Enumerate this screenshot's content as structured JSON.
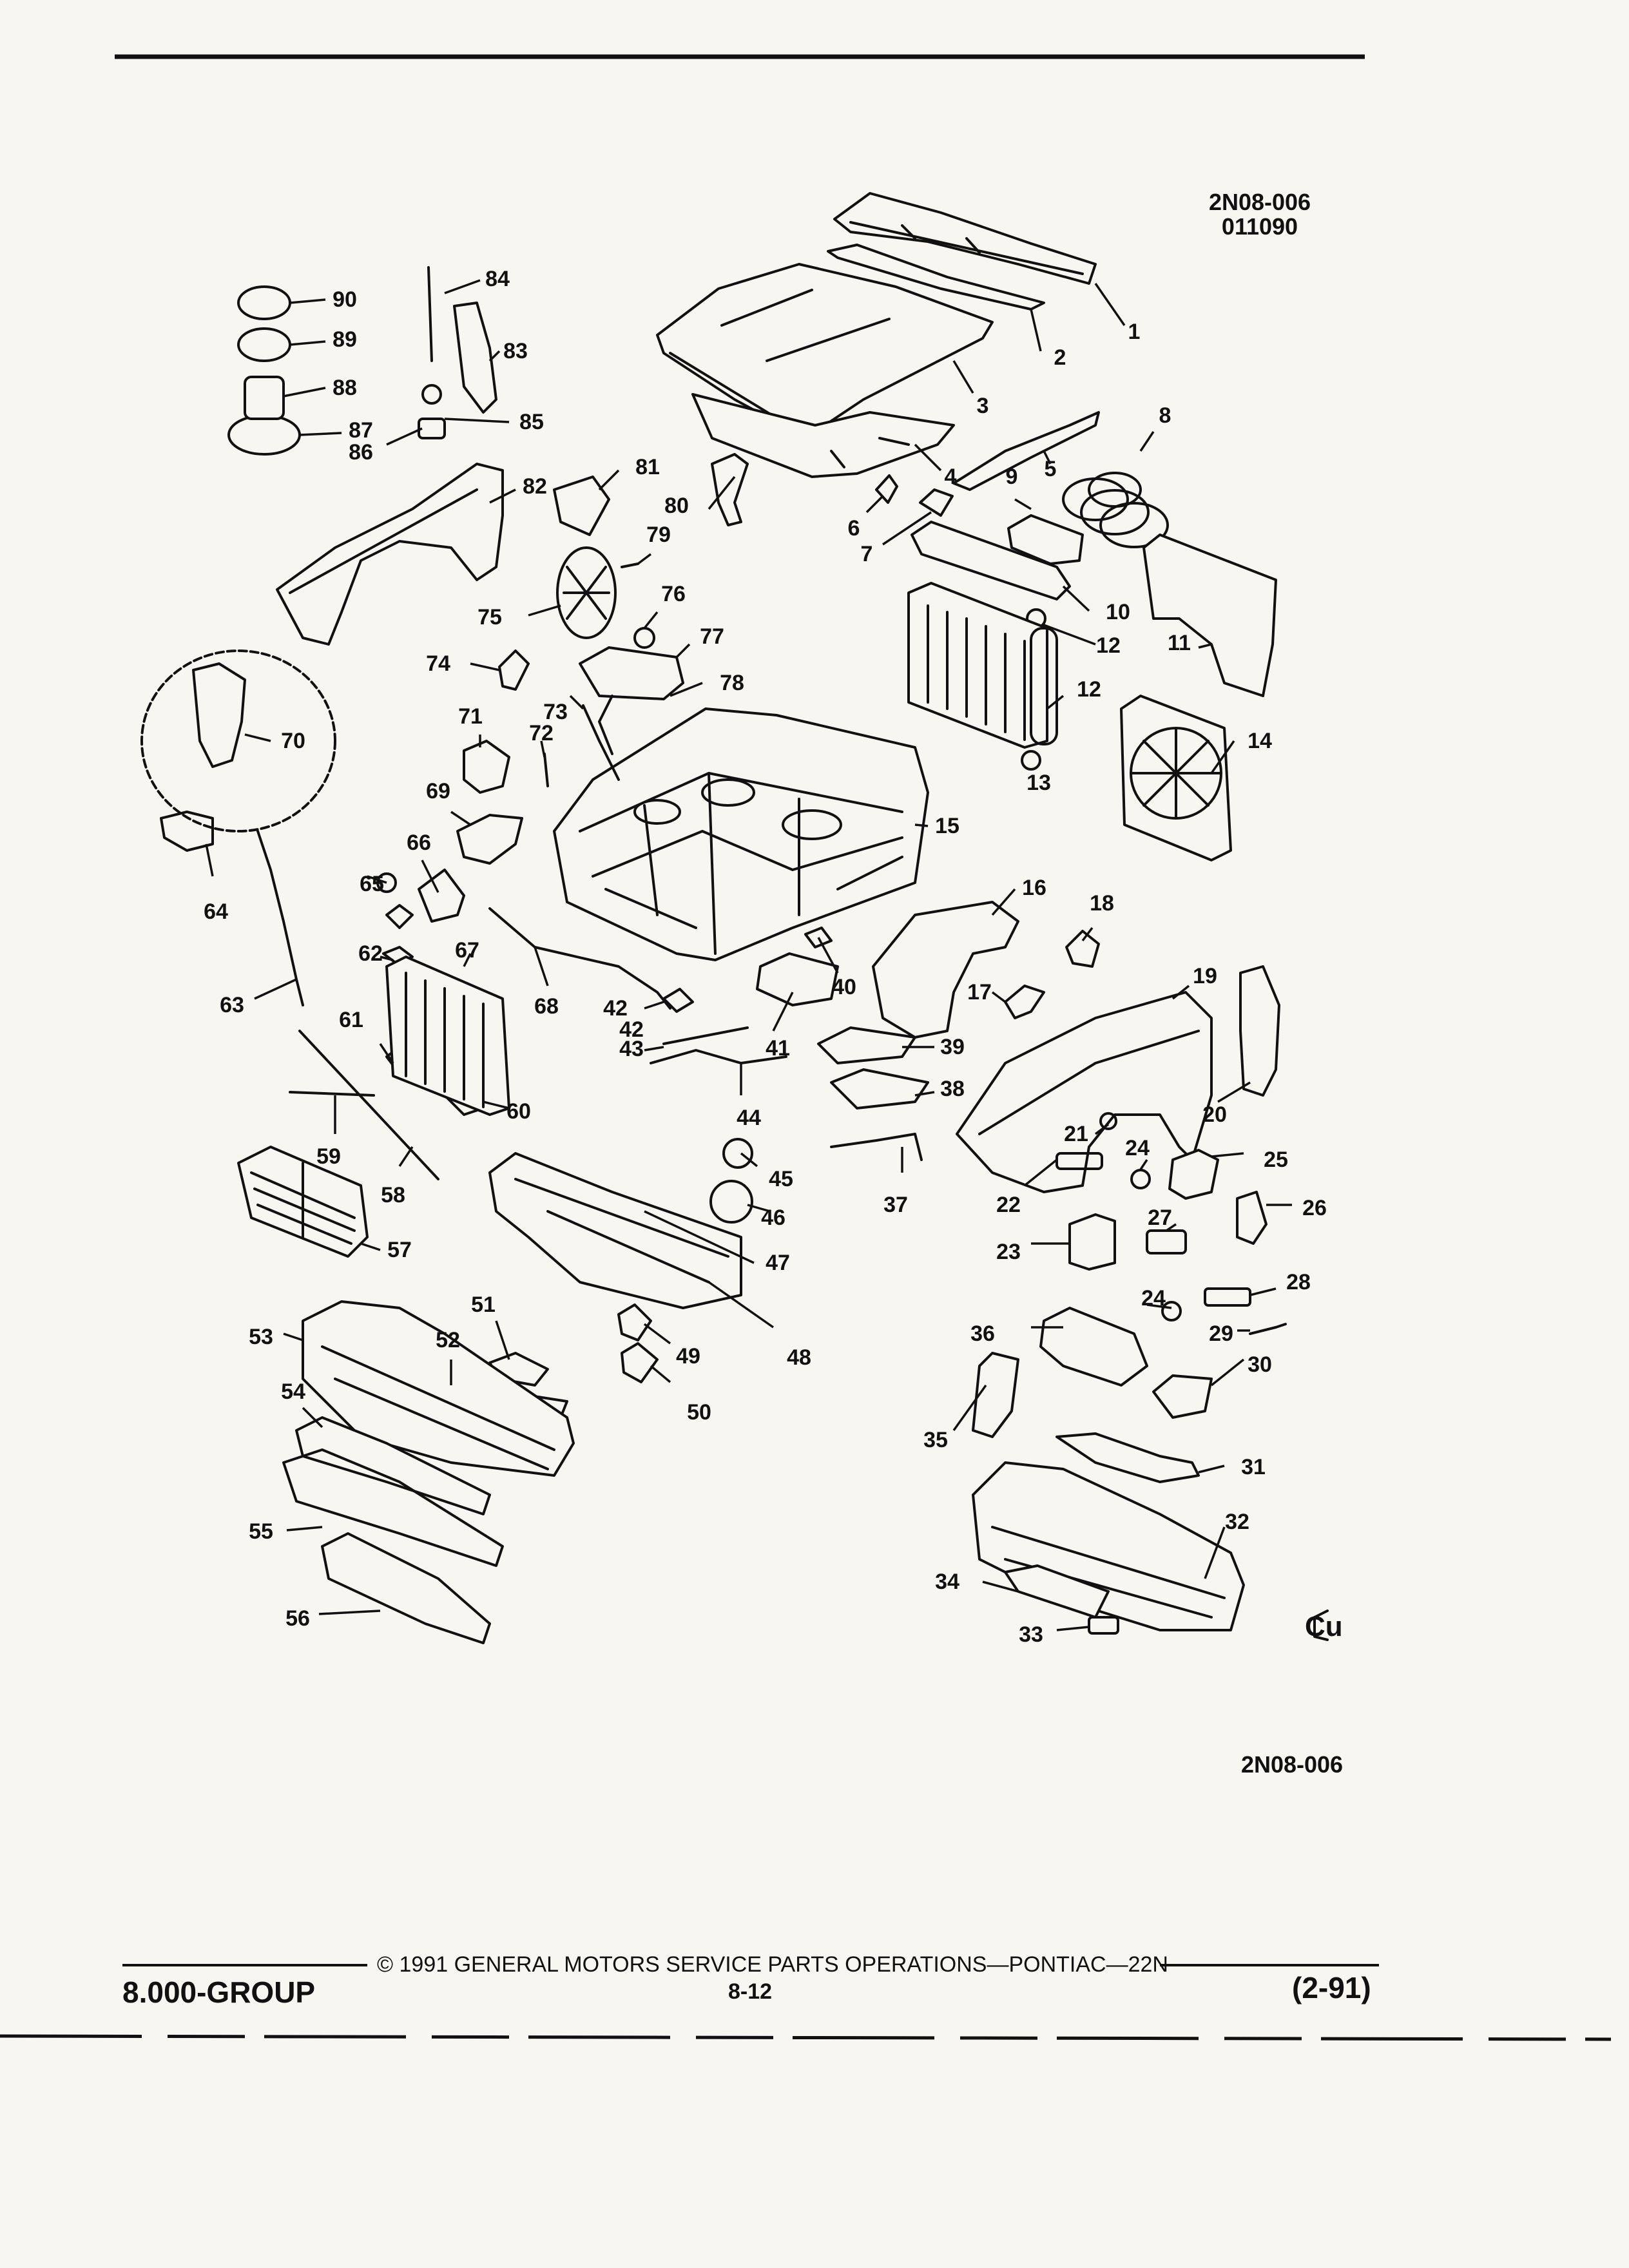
{
  "figure": {
    "code_top": "2N08-006",
    "date_code": "011090",
    "code_bottom": "2N08-006",
    "emblem": "Cu"
  },
  "callouts": [
    "1",
    "2",
    "3",
    "4",
    "5",
    "6",
    "7",
    "8",
    "9",
    "10",
    "11",
    "12",
    "12",
    "13",
    "14",
    "15",
    "16",
    "17",
    "18",
    "19",
    "20",
    "21",
    "22",
    "23",
    "24",
    "24",
    "25",
    "26",
    "27",
    "28",
    "29",
    "30",
    "31",
    "32",
    "33",
    "34",
    "35",
    "36",
    "37",
    "38",
    "39",
    "40",
    "41",
    "42",
    "42",
    "43",
    "44",
    "45",
    "46",
    "47",
    "48",
    "49",
    "50",
    "51",
    "52",
    "53",
    "54",
    "55",
    "56",
    "57",
    "58",
    "59",
    "60",
    "61",
    "62",
    "63",
    "64",
    "65",
    "66",
    "67",
    "68",
    "69",
    "70",
    "71",
    "72",
    "73",
    "74",
    "75",
    "76",
    "77",
    "78",
    "79",
    "80",
    "81",
    "82",
    "83",
    "84",
    "85",
    "86",
    "87",
    "88",
    "89",
    "90"
  ],
  "footer": {
    "copyright": "© 1991 GENERAL MOTORS SERVICE PARTS OPERATIONS—PONTIAC—22N",
    "group": "8.000-GROUP",
    "page_number": "8-12",
    "revision": "(2-91)"
  }
}
